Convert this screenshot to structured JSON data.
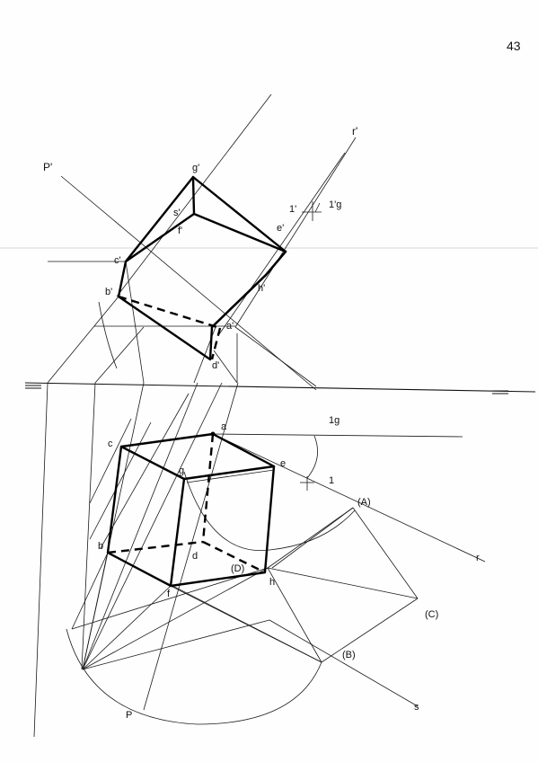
{
  "page_number": "43",
  "labels": {
    "P_prime": "P'",
    "r_prime": "r'",
    "g_prime": "g'",
    "s_prime": "s'",
    "f_prime": "f'",
    "e_prime": "e'",
    "one_prime": "1'",
    "one_prime_g": "1'g",
    "c_prime": "c'",
    "b_prime": "b'",
    "h_prime": "h'",
    "a_prime": "a'",
    "d_prime": "d'",
    "a": "a",
    "one_g": "1g",
    "c": "c",
    "g": "g",
    "e": "e",
    "one": "1",
    "A": "(A)",
    "r": "r",
    "b": "b",
    "d": "d",
    "D": "(D)",
    "h": "h",
    "f": "f",
    "C": "(C)",
    "B": "(B)",
    "P": "P",
    "s": "s",
    "ground_left": "=",
    "ground_right": "="
  }
}
